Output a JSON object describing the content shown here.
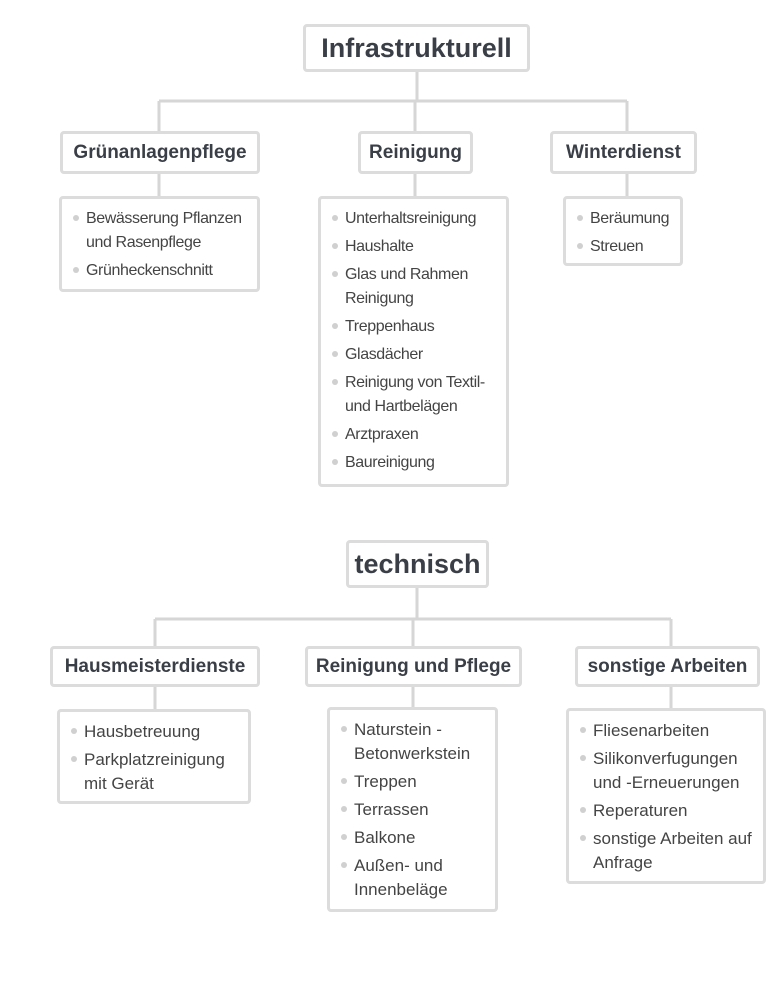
{
  "groups": [
    {
      "title": "Infrastrukturell",
      "categories": [
        {
          "label": "Grünanlagenpflege",
          "items": [
            "Bewässerung Pflanzen und Rasenpflege",
            "Grünheckenschnitt"
          ]
        },
        {
          "label": "Reinigung",
          "items": [
            "Unterhaltsreinigung",
            "Haushalte",
            "Glas und Rahmen Reinigung",
            "Treppenhaus",
            "Glasdächer",
            "Reinigung von Textil- und Hartbelägen",
            "Arztpraxen",
            "Baureinigung"
          ]
        },
        {
          "label": "Winterdienst",
          "items": [
            "Beräumung",
            "Streuen"
          ]
        }
      ]
    },
    {
      "title": "technisch",
      "categories": [
        {
          "label": "Hausmeisterdienste",
          "items": [
            "Hausbetreuung",
            "Parkplatzreinigung mit Gerät"
          ]
        },
        {
          "label": "Reinigung und Pflege",
          "items": [
            "Naturstein - Betonwerkstein",
            "Treppen",
            "Terrassen",
            "Balkone",
            "Außen- und Innenbeläge"
          ]
        },
        {
          "label": "sonstige Arbeiten",
          "items": [
            "Fliesenarbeiten",
            "Silikonverfugungen und -Erneuerungen",
            "Reperaturen",
            "sonstige Arbeiten auf  Anfrage"
          ]
        }
      ]
    }
  ],
  "colors": {
    "border": "#dcdcdc",
    "connector": "#d6d6d6",
    "text": "#3a3f47",
    "bullet": "#d0d0d0"
  }
}
